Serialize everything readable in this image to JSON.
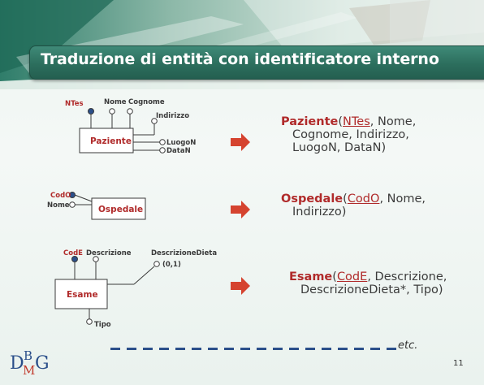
{
  "slide": {
    "title": "Traduzione di entità con identificatore interno",
    "page_number": "11",
    "etc_label": "etc.",
    "logo_text": "DBMG"
  },
  "paziente": {
    "entity": "Paziente",
    "attributes": [
      "NTes",
      "Nome",
      "Cognome",
      "Indirizzo",
      "LuogoN",
      "DataN"
    ],
    "relation": {
      "name": "Paziente",
      "open": "(",
      "key": "NTes",
      "line1_rest": ", Nome,",
      "line2": "Cognome, Indirizzo,",
      "line3": "LuogoN, DataN)"
    }
  },
  "ospedale": {
    "entity": "Ospedale",
    "attributes": [
      "CodO",
      "Nome"
    ],
    "relation": {
      "name": "Ospedale",
      "open": "(",
      "key": "CodO",
      "line1_rest": ", Nome,",
      "line2": "Indirizzo)"
    }
  },
  "esame": {
    "entity": "Esame",
    "attributes": [
      "CodE",
      "Descrizione",
      "DescrizioneDieta",
      "(0,1)",
      "Tipo"
    ],
    "relation": {
      "name": "Esame",
      "open": "(",
      "key": "CodE",
      "line1_rest": ", Descrizione,",
      "line2": "DescrizioneDieta*, Tipo)"
    }
  },
  "colors": {
    "title_bar": "#2c6e5d",
    "accent_red": "#b02a2a",
    "arrow_red": "#d5432f",
    "dash_blue": "#2b4f8a"
  }
}
